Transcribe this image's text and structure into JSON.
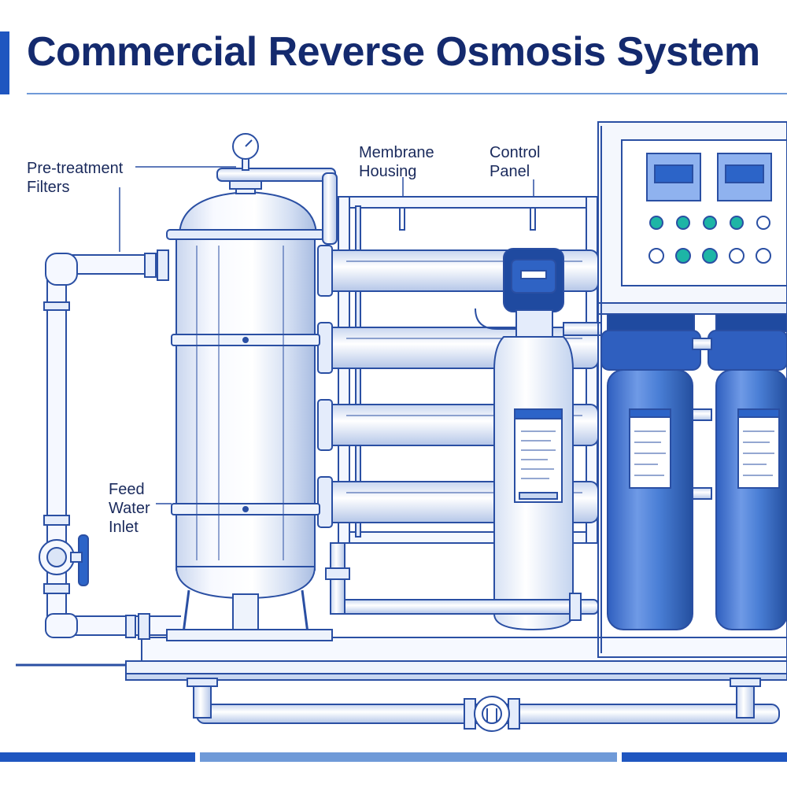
{
  "title": "Commercial Reverse Osmosis System",
  "callouts": {
    "pretreatment": "Pre-treatment\nFilters",
    "membrane": "Membrane\nHousing",
    "control": "Control\nPanel",
    "feed": "Feed\nWater\nInlet"
  },
  "colors": {
    "title": "#142a6e",
    "accent": "#1f56c0",
    "line": "#2a4fa3",
    "steel": "#e8eef9",
    "cartridge_blue": "#4a7fd6",
    "screen": "#2c64c8",
    "button": "#1db5a6"
  },
  "icons": {
    "pressure_gauge": "pressure-gauge-icon",
    "valve_handle": "valve-handle-icon",
    "flow_meter": "flow-meter-icon"
  }
}
